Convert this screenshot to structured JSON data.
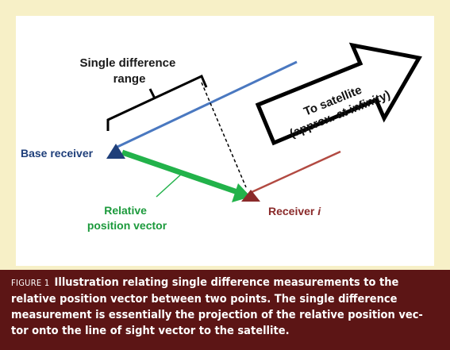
{
  "diagram": {
    "single_difference_label": [
      "Single difference",
      "range"
    ],
    "satellite_label": [
      "To satellite",
      "(approx. at infinity)"
    ],
    "base_receiver_label": "Base receiver",
    "relative_vector_label": [
      "Relative",
      "position vector"
    ],
    "receiver_i_prefix": "Receiver ",
    "receiver_i_suffix": "i",
    "colors": {
      "blue_line": "#4a78c0",
      "red_line": "#b24a42",
      "green_vector": "#22b24a",
      "base_receiver": "#1f3f7a",
      "receiver_i": "#8a2a2a",
      "relative_label": "#1c9a3c",
      "base_label": "#1f3f7a",
      "receiver_label": "#8a2a2a"
    }
  },
  "caption": {
    "figure_label": "FIGURE 1",
    "lines": [
      "Illustration relating single difference measurements to the",
      "relative position vector between two points.  The single difference",
      "measurement is essentially the projection of the relative position vec-",
      "tor onto the line of sight vector to the satellite."
    ]
  }
}
